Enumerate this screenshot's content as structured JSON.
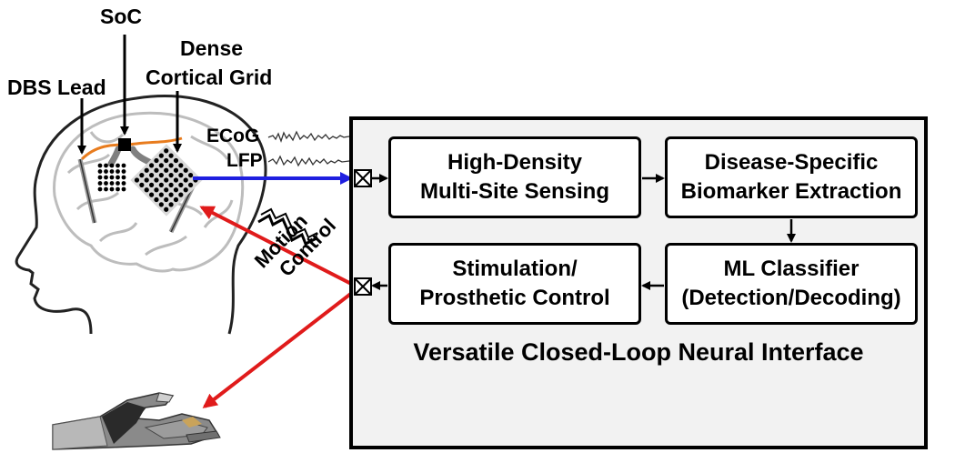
{
  "labels": {
    "soc": "SoC",
    "dense_grid_line1": "Dense",
    "dense_grid_line2": "Cortical Grid",
    "dbs_lead": "DBS Lead",
    "ecog": "ECoG",
    "lfp": "LFP",
    "motion_control_line1": "Motion",
    "motion_control_line2": "Control"
  },
  "interface": {
    "title": "Versatile Closed-Loop Neural Interface",
    "blocks": {
      "sensing": [
        "High-Density",
        "Multi-Site Sensing"
      ],
      "biomarker": [
        "Disease-Specific",
        "Biomarker Extraction"
      ],
      "classifier": [
        "ML Classifier",
        "(Detection/Decoding)"
      ],
      "stimulation": [
        "Stimulation/",
        "Prosthetic Control"
      ]
    }
  },
  "colors": {
    "sensing_arrow": "#1f1fe0",
    "stimulation_arrow": "#e01b1b",
    "lead_wire": "#e87c1e",
    "panel_fill": "#f2f2f2",
    "brain_line": "#bdbdbd"
  },
  "icons": {
    "head": "head-profile-icon",
    "brain": "brain-icon",
    "hand": "robotic-hand-icon",
    "pulse": "stimulation-pulse-icon",
    "io_port": "io-port-icon"
  }
}
